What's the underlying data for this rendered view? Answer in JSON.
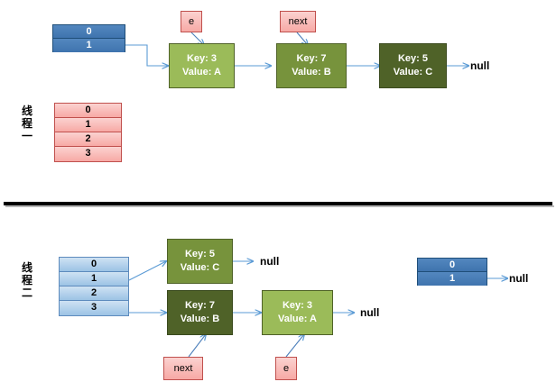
{
  "diagram": {
    "title": "HashMap concurrent resize linked-list diagram",
    "colors": {
      "node_light": "#9bbb59",
      "node_medium": "#77933c",
      "node_dark": "#4f6228",
      "table_blue": "#4a7eba",
      "table_lightblue": "#9cc3e5",
      "table_pink": "#f7a9a5",
      "arrow": "#5b9bd5",
      "divider": "#000000"
    }
  },
  "top_section": {
    "bucket_table": {
      "name": "blue-bucket-table",
      "rows": [
        "0",
        "1"
      ]
    },
    "thread_label": {
      "chars": [
        "线",
        "程",
        "一"
      ],
      "text": "线程一"
    },
    "thread_table": {
      "name": "pink-bucket-table",
      "rows": [
        "0",
        "1",
        "2",
        "3"
      ]
    },
    "pointers": [
      {
        "label": "e",
        "target": "node-key-3"
      },
      {
        "label": "next",
        "target": "node-key-7"
      }
    ],
    "nodes": [
      {
        "key_line": "Key: 3",
        "value_line": "Value: A",
        "shade": "light"
      },
      {
        "key_line": "Key: 7",
        "value_line": "Value: B",
        "shade": "medium"
      },
      {
        "key_line": "Key: 5",
        "value_line": "Value: C",
        "shade": "dark"
      }
    ],
    "terminator": "null"
  },
  "bottom_section": {
    "thread_label": {
      "chars": [
        "线",
        "程",
        "二"
      ],
      "text": "线程二"
    },
    "thread_table": {
      "name": "lightblue-bucket-table",
      "rows": [
        "0",
        "1",
        "2",
        "3"
      ]
    },
    "chain_upper": {
      "nodes": [
        {
          "key_line": "Key: 5",
          "value_line": "Value: C",
          "shade": "medium"
        }
      ],
      "terminator": "null"
    },
    "chain_lower": {
      "nodes": [
        {
          "key_line": "Key: 7",
          "value_line": "Value: B",
          "shade": "dark"
        },
        {
          "key_line": "Key: 3",
          "value_line": "Value: A",
          "shade": "light"
        }
      ],
      "terminator": "null"
    },
    "pointers": [
      {
        "label": "next",
        "target": "node-key-7-bottom"
      },
      {
        "label": "e",
        "target": "node-key-3-bottom"
      }
    ],
    "bucket_table": {
      "name": "blue-bucket-table-bottom",
      "rows": [
        "0",
        "1"
      ],
      "terminator": "null"
    }
  }
}
